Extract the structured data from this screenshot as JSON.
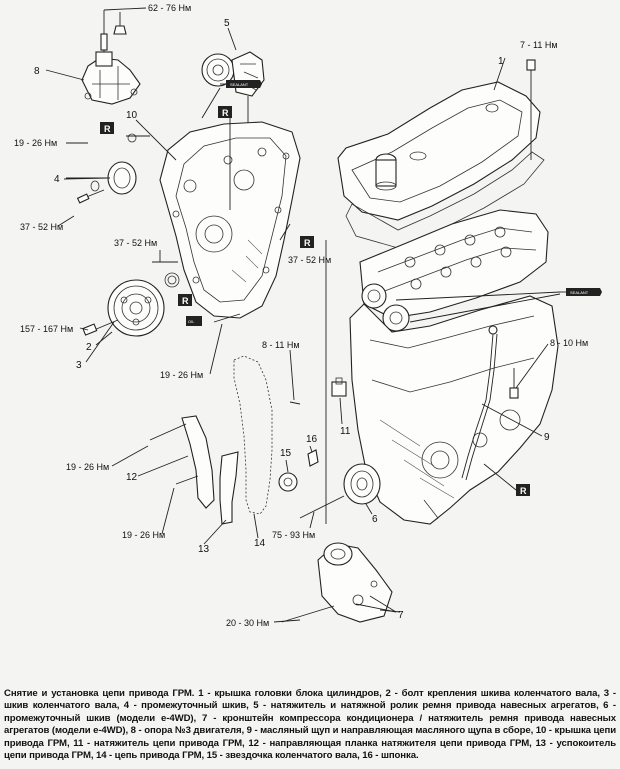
{
  "callouts": {
    "n1": "1",
    "n2": "2",
    "n3": "3",
    "n4": "4",
    "n5": "5",
    "n6": "6",
    "n7": "7",
    "n8": "8",
    "n9": "9",
    "n10": "10",
    "n11": "11",
    "n12": "12",
    "n13": "13",
    "n14": "14",
    "n15": "15",
    "n16": "16"
  },
  "torques": {
    "t_62_76": "62 - 76 Нм",
    "t_7_11": "7 - 11 Нм",
    "t_19_26_a": "19 - 26 Нм",
    "t_37_52_a": "37 - 52 Нм",
    "t_37_52_b": "37 - 52 Нм",
    "t_37_52_c": "37 - 52 Нм",
    "t_157_167": "157 - 167 Нм",
    "t_19_26_b": "19 - 26 Нм",
    "t_8_11": "8 - 11 Нм",
    "t_8_10": "8 - 10 Нм",
    "t_19_26_c": "19 - 26 Нм",
    "t_19_26_d": "19 - 26 Нм",
    "t_75_93": "75 - 93 Нм",
    "t_20_30": "20 - 30 Нм"
  },
  "markers": {
    "r": "R",
    "sealant": "SEALANT",
    "oil": "OIL"
  },
  "caption": "Снятие и установка цепи привода ГРМ. 1 - крышка головки блока цилиндров, 2 - болт крепления шкива коленчатого вала, 3 - шкив коленчатого вала, 4 - промежуточный шкив, 5 - натяжитель и натяжной ролик ремня привода навесных агрегатов, 6 - промежуточный шкив (модели e-4WD), 7 - кронштейн компрессора кондиционера / натяжитель ремня привода навесных агрегатов (модели e-4WD), 8 - опора №3 двигателя, 9 - масляный щуп и направляющая масляного щупа в сборе, 10 - крышка цепи привода ГРМ, 11 - натяжитель цепи привода ГРМ, 12 - направляющая планка натяжителя цепи привода ГРМ, 13 - успокоитель цепи привода ГРМ, 14 - цепь привода ГРМ, 15 - звездочка коленчатого вала, 16 - шпонка."
}
